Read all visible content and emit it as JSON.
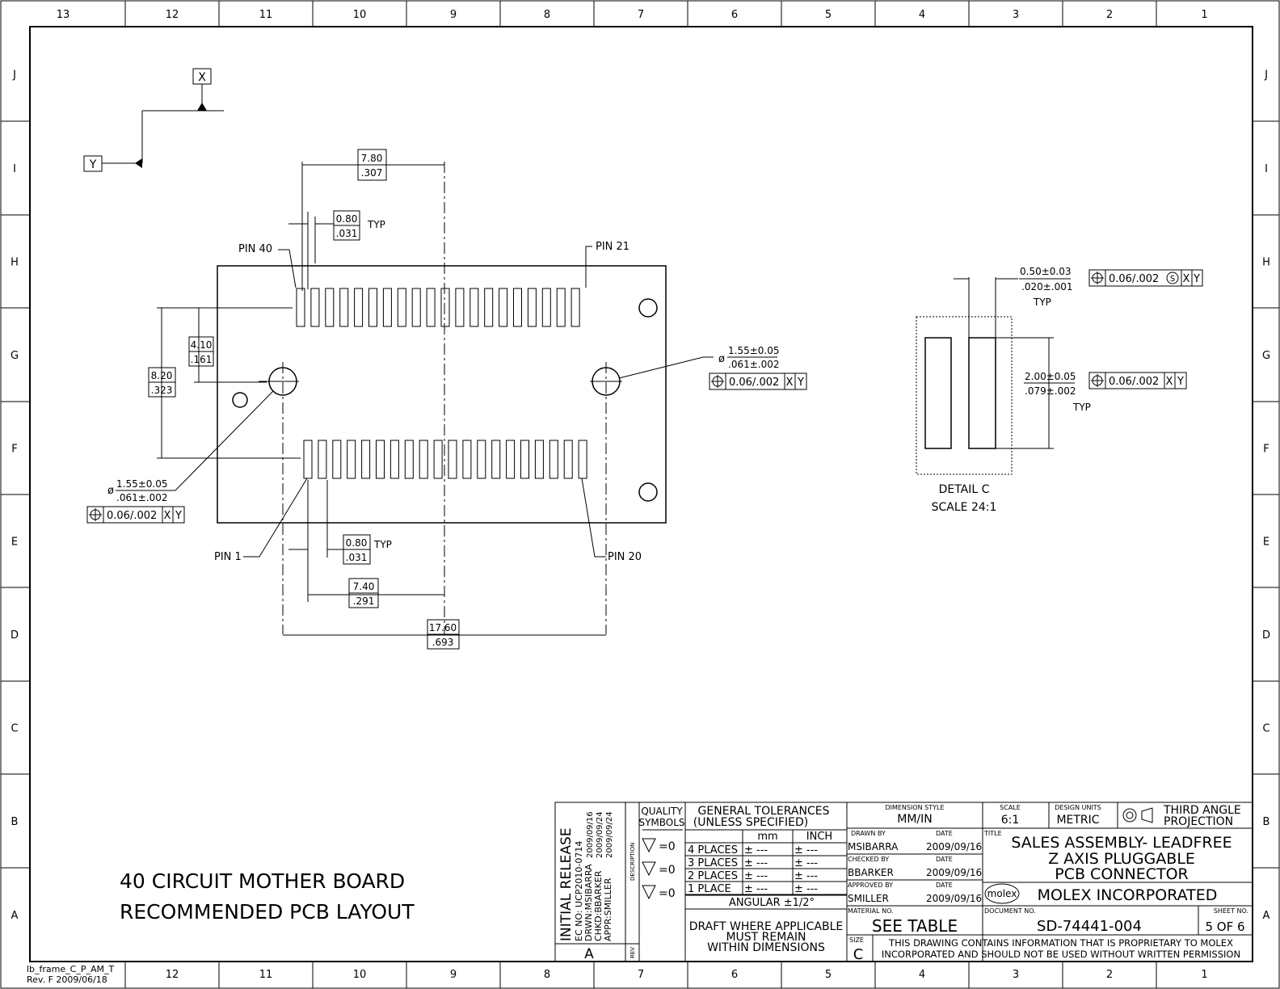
{
  "frame": {
    "columns": [
      "13",
      "12",
      "11",
      "10",
      "9",
      "8",
      "7",
      "6",
      "5",
      "4",
      "3",
      "2",
      "1"
    ],
    "bottom_columns": [
      "12",
      "11",
      "10",
      "9",
      "8",
      "7",
      "6",
      "5",
      "4",
      "3",
      "2",
      "1"
    ],
    "rows": [
      "J",
      "I",
      "H",
      "G",
      "F",
      "E",
      "D",
      "C",
      "B",
      "A"
    ],
    "frame_id": "lb_frame_C_P_AM_T",
    "frame_rev": "Rev. F 2009/06/18"
  },
  "datums": {
    "x": "X",
    "y": "Y"
  },
  "dims": {
    "w780": [
      "7.80",
      ".307"
    ],
    "p080_top": [
      "0.80",
      ".031"
    ],
    "p080_bot": [
      "0.80",
      ".031"
    ],
    "typ": "TYP",
    "h410": [
      "4.10",
      ".161"
    ],
    "h820": [
      "8.20",
      ".323"
    ],
    "w740": [
      "7.40",
      ".291"
    ],
    "w1760": [
      "17.60",
      ".693"
    ],
    "hole_left": {
      "phi": "ø",
      "mm": "1.55±0.05",
      "in": ".061±.002"
    },
    "hole_right": {
      "phi": "ø",
      "mm": "1.55±0.05",
      "in": ".061±.002"
    },
    "fcf_hole": {
      "tol": "0.06/.002",
      "a": "X",
      "b": "Y"
    }
  },
  "pins": {
    "pin40": "PIN 40",
    "pin21": "PIN 21",
    "pin1": "PIN 1",
    "pin20": "PIN 20"
  },
  "detail": {
    "w050_mm": "0.50±0.03",
    "w050_in": ".020±.001",
    "typ": "TYP",
    "fcf1": {
      "tol": "0.06/.002",
      "mod": "S",
      "a": "X",
      "b": "Y"
    },
    "h200_mm": "2.00±0.05",
    "h200_in": ".079±.002",
    "typ2": "TYP",
    "fcf2": {
      "tol": "0.06/.002",
      "a": "X",
      "b": "Y"
    },
    "name": "DETAIL C",
    "scale": "SCALE 24:1"
  },
  "drawing_title": {
    "line1": "40 CIRCUIT MOTHER BOARD",
    "line2": "RECOMMENDED PCB LAYOUT"
  },
  "revision": {
    "initial_release": "INITIAL RELEASE",
    "ec_no": "EC NO: UCP2010-0714",
    "drwn": "DRWN:MSIBARRA",
    "chkd": "CHKD:BBARKER",
    "appr": "APPR:SMILLER",
    "d1": "2009/09/16",
    "d2": "2009/09/24",
    "d3": "2009/09/24",
    "description": "DESCRIPTION",
    "rev_label": "REV",
    "rev": "A"
  },
  "quality": {
    "header1": "QUALITY",
    "header2": "SYMBOLS",
    "rows": [
      "=0",
      "=0",
      "=0"
    ]
  },
  "tolerances": {
    "header1": "GENERAL TOLERANCES",
    "header2": "(UNLESS SPECIFIED)",
    "col_mm": "mm",
    "col_inch": "INCH",
    "rows": [
      {
        "label": "4 PLACES",
        "mm": "± ---",
        "inch": "± ---"
      },
      {
        "label": "3 PLACES",
        "mm": "± ---",
        "inch": "± ---"
      },
      {
        "label": "2 PLACES",
        "mm": "± ---",
        "inch": "± ---"
      },
      {
        "label": "1 PLACE",
        "mm": "± ---",
        "inch": "± ---"
      }
    ],
    "angular": "ANGULAR ±1/2°",
    "draft1": "DRAFT WHERE APPLICABLE",
    "draft2": "MUST REMAIN",
    "draft3": "WITHIN DIMENSIONS"
  },
  "approvals": {
    "dim_style_label": "DIMENSION STYLE",
    "dim_style": "MM/IN",
    "drawn_by_label": "DRAWN BY",
    "drawn_by": "MSIBARRA",
    "checked_by_label": "CHECKED BY",
    "checked_by": "BBARKER",
    "approved_by_label": "APPROVED BY",
    "approved_by": "SMILLER",
    "date_label": "DATE",
    "drawn_date": "2009/09/16",
    "checked_date": "2009/09/16",
    "approved_date": "2009/09/16",
    "material_label": "MATERIAL NO.",
    "material": "SEE TABLE",
    "size_label": "SIZE",
    "size": "C"
  },
  "titleblock": {
    "scale_label": "SCALE",
    "scale": "6:1",
    "units_label": "DESIGN UNITS",
    "units": "METRIC",
    "projection1": "THIRD ANGLE",
    "projection2": "PROJECTION",
    "title_label": "TITLE",
    "title1": "SALES ASSEMBLY- LEADFREE",
    "title2": "Z AXIS PLUGGABLE",
    "title3": "PCB  CONNECTOR",
    "logo": "molex",
    "company": "MOLEX INCORPORATED",
    "doc_label": "DOCUMENT NO.",
    "doc_no": "SD-74441-004",
    "sheet_label": "SHEET NO.",
    "sheet": "5 OF 6",
    "notice1": "THIS DRAWING CONTAINS INFORMATION THAT IS PROPRIETARY TO MOLEX",
    "notice2": "INCORPORATED AND SHOULD NOT BE USED WITHOUT WRITTEN PERMISSION"
  }
}
